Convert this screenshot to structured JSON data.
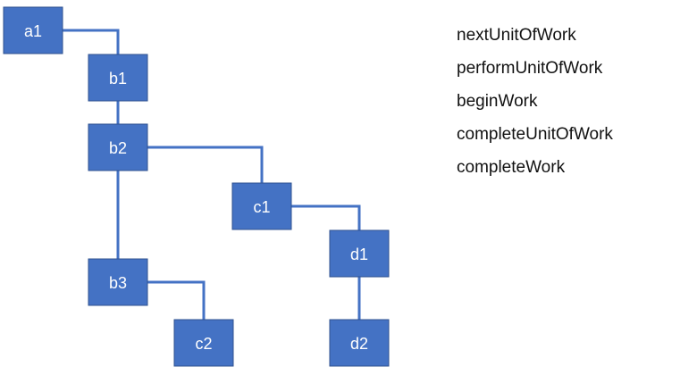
{
  "colors": {
    "node_fill": "#4472c4",
    "node_border": "#2f528f",
    "edge": "#4472c4",
    "text": "#111111"
  },
  "nodes": [
    {
      "id": "a1",
      "label": "a1"
    },
    {
      "id": "b1",
      "label": "b1"
    },
    {
      "id": "b2",
      "label": "b2"
    },
    {
      "id": "b3",
      "label": "b3"
    },
    {
      "id": "c1",
      "label": "c1"
    },
    {
      "id": "c2",
      "label": "c2"
    },
    {
      "id": "d1",
      "label": "d1"
    },
    {
      "id": "d2",
      "label": "d2"
    }
  ],
  "edges": [
    {
      "from": "a1",
      "to": "b1"
    },
    {
      "from": "b1",
      "to": "b2"
    },
    {
      "from": "b2",
      "to": "c1"
    },
    {
      "from": "b2",
      "to": "b3"
    },
    {
      "from": "c1",
      "to": "d1"
    },
    {
      "from": "d1",
      "to": "d2"
    },
    {
      "from": "b3",
      "to": "c2"
    }
  ],
  "functions": [
    "nextUnitOfWork",
    "performUnitOfWork",
    "beginWork",
    "completeUnitOfWork",
    "completeWork"
  ]
}
